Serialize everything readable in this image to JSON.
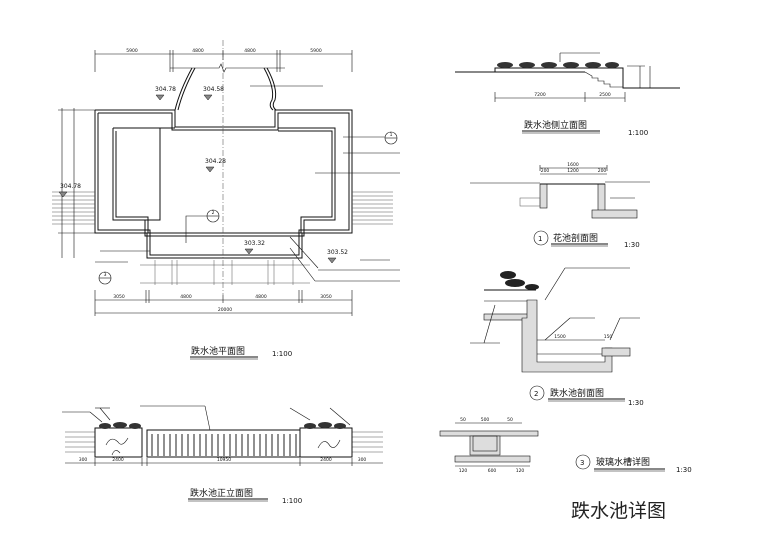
{
  "sheet_title": "跌水池详图",
  "plan": {
    "title": "跌水池平面图",
    "scale": "1:100",
    "top_dims": [
      "5900",
      "4800",
      "4800",
      "5900"
    ],
    "bottom_dims": [
      "3050",
      "4800",
      "4800",
      "3050"
    ],
    "total_dim": "20000",
    "elevations": [
      "304.78",
      "304.58",
      "304.28",
      "304.78",
      "303.32",
      "303.52"
    ],
    "callouts": [
      "1",
      "2",
      "3"
    ]
  },
  "side_elevation": {
    "title": "跌水池侧立面图",
    "scale": "1:100",
    "dims": [
      "7200",
      "2500"
    ]
  },
  "section_1": {
    "number": "1",
    "title": "花池剖面图",
    "scale": "1:30",
    "dims": [
      "1600",
      "200",
      "1200",
      "200"
    ]
  },
  "section_2": {
    "number": "2",
    "title": "跌水池剖面图",
    "scale": "1:30",
    "dims": [
      "1500",
      "150"
    ]
  },
  "section_3": {
    "number": "3",
    "title": "玻璃水槽详图",
    "scale": "1:30",
    "dims": [
      "50",
      "500",
      "50",
      "120",
      "600",
      "120"
    ]
  },
  "front_elevation": {
    "title": "跌水池正立面图",
    "scale": "1:100",
    "dims": [
      "300",
      "2400",
      "10950",
      "2400",
      "300"
    ]
  }
}
